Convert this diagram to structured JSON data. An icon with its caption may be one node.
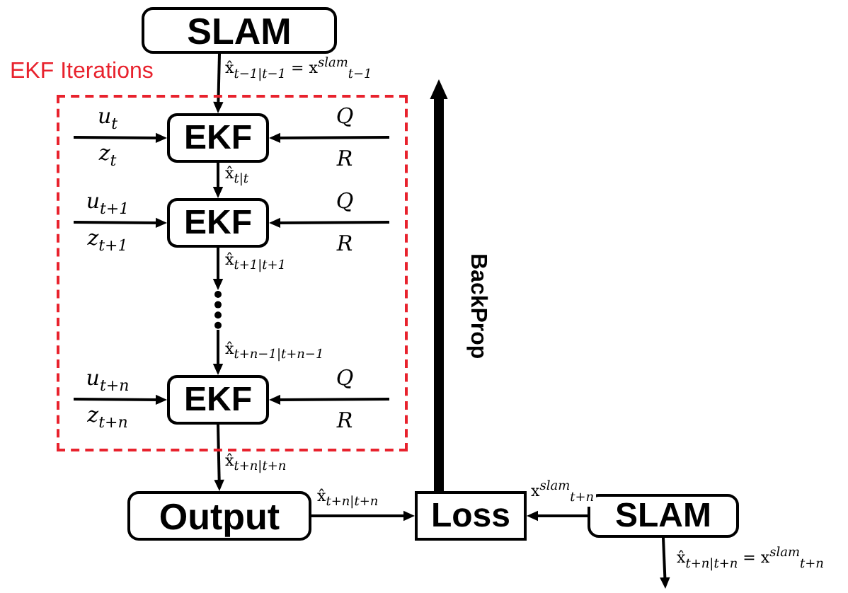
{
  "diagram": {
    "nodes": [
      {
        "text": [
          "SLAM"
        ]
      },
      {
        "text": [
          "EKF Iterations"
        ]
      },
      {
        "text": [
          "u$_{t}$",
          "z$_{t}$"
        ],
        "in": 1
      },
      {
        "text": [
          "EKF"
        ],
        "in": 1
      },
      {
        "text": [
          "Q",
          "R"
        ],
        "in": 1
      },
      {
        "text": [
          "u$_{t+1}$",
          "z$_{t+1}$"
        ],
        "in": 1
      },
      {
        "text": [
          "EKF"
        ],
        "in": 1
      },
      {
        "text": [
          "Q",
          "R"
        ],
        "in": 1
      },
      {
        "text": [],
        "shape": "dots",
        "in": 1
      },
      {
        "text": [
          "u$_{t+n}$",
          "z$_{t+n}$"
        ],
        "in": 1
      },
      {
        "text": [
          "EKF"
        ],
        "in": 1
      },
      {
        "text": [
          "Q",
          "R"
        ],
        "in": 1
      },
      {
        "text": [
          "Output"
        ]
      },
      {
        "text": [
          "Loss"
        ]
      },
      {
        "text": [
          "SLAM"
        ]
      }
    ],
    "edges": [
      {
        "from": 0,
        "to": 3,
        "arrow": "to",
        "label": "x̂$_{t−1|t−1}$ = x$^{slam}$$_{t−1}$"
      },
      {
        "from": 2,
        "to": 3,
        "arrow": "to"
      },
      {
        "from": 4,
        "to": 3,
        "arrow": "to"
      },
      {
        "from": 3,
        "to": 6,
        "arrow": "to",
        "label": "x̂$_{t|t}$"
      },
      {
        "from": 5,
        "to": 6,
        "arrow": "to"
      },
      {
        "from": 7,
        "to": 6,
        "arrow": "to"
      },
      {
        "from": 6,
        "to": 8,
        "arrow": "to",
        "label": "x̂$_{t+1|t+1}$"
      },
      {
        "from": 8,
        "to": 10,
        "arrow": "to",
        "label": "x̂$_{t+n−1|t+n−1}$"
      },
      {
        "from": 9,
        "to": 10,
        "arrow": "to"
      },
      {
        "from": 11,
        "to": 10,
        "arrow": "to"
      },
      {
        "from": 10,
        "to": 12,
        "arrow": "to",
        "label": "x̂$_{t+n|t+n}$"
      },
      {
        "from": 12,
        "to": 13,
        "arrow": "to",
        "label": "x̂$_{t+n|t+n}$"
      },
      {
        "from": 14,
        "to": 13,
        "arrow": "to",
        "label": "x$^{slam}$$_{t+n}$"
      },
      {
        "from": 13,
        "to": null,
        "arrow": "to",
        "style": "thick",
        "label": "BackProp"
      },
      {
        "from": 14,
        "to": null,
        "arrow": "to",
        "label": "x̂$_{t+n|t+n}$ = x$^{slam}$$_{t+n}$"
      }
    ]
  }
}
